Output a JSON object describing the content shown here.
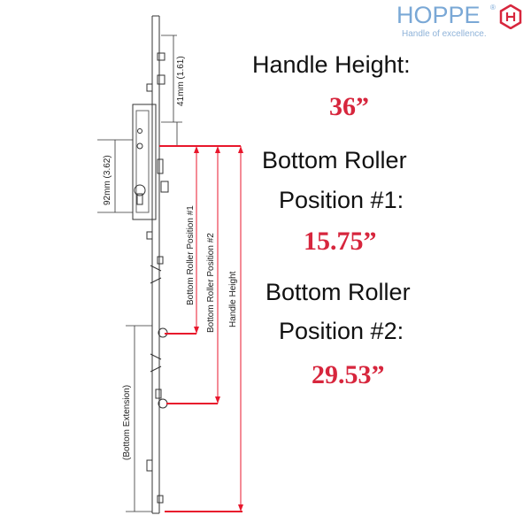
{
  "brand": {
    "name": "HOPPE",
    "registered": "®",
    "tagline": "Handle of excellence.",
    "color": "#7aa8d6",
    "mark_color": "#d7263d"
  },
  "specs": {
    "handle_height_label": "Handle Height:",
    "handle_height_value": "36”",
    "roller1_label_line1": "Bottom Roller",
    "roller1_label_line2": "Position #1:",
    "roller1_value": "15.75”",
    "roller2_label_line1": "Bottom Roller",
    "roller2_label_line2": "Position #2:",
    "roller2_value": "29.53”",
    "value_color": "#d7263d"
  },
  "diagram": {
    "dim_41mm": "41mm (1.61)",
    "dim_92mm": "92mm (3.62)",
    "label_roller1": "Bottom Roller Position #1",
    "label_roller2": "Bottom Roller Position #2",
    "label_handle_height": "Handle Height",
    "label_bottom_extension": "(Bottom Extension)",
    "marker_color": "#e8172c"
  }
}
